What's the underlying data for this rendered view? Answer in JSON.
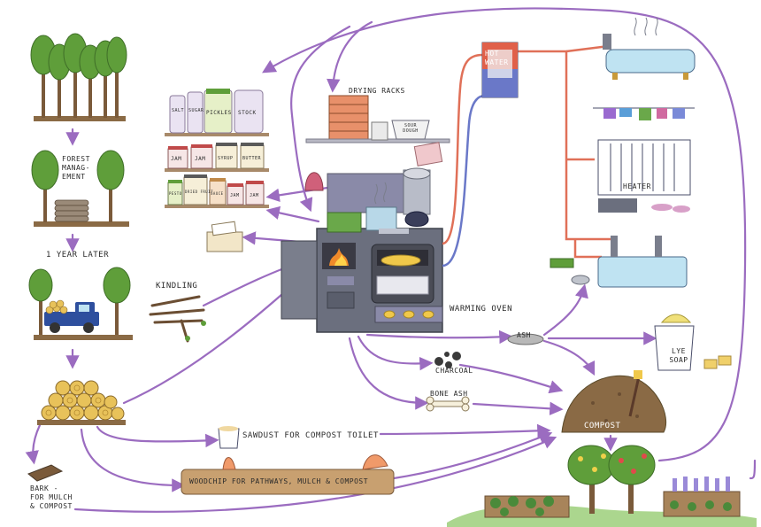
{
  "labels": {
    "forest_management": "FOREST MANAG- EMENT",
    "one_year_later": "1 YEAR LATER",
    "kindling": "KINDLING",
    "drying_racks": "DRYING RACKS",
    "hot_water": "HOT WATER",
    "heater": "HEATER",
    "warming_oven": "WARMING OVEN",
    "ash": "ASH",
    "charcoal": "CHARCOAL",
    "bone_ash": "BONE ASH",
    "lye_soap": "LYE SOAP",
    "compost": "COMPOST",
    "sawdust": "SAWDUST FOR COMPOST TOILET",
    "woodchip": "WOODCHIP FOR PATHWAYS, MULCH & COMPOST",
    "bark": "BARK - FOR MULCH & COMPOST"
  },
  "jar_labels": {
    "shelf1": [
      "SALT",
      "SUGAR",
      "PICKLES",
      "STOCK"
    ],
    "shelf2": [
      "JAM",
      "JAM",
      "SYRUP",
      "BUTTER"
    ],
    "shelf3": [
      "PESTO",
      "DRIED FRUIT",
      "SAUCE",
      "JAM",
      "JAM"
    ],
    "sour_dough": "SOUR DOUGH"
  },
  "colors": {
    "arrow": "#9b6cc0",
    "hot_pipe": "#e07058",
    "cold_pipe": "#6a78c8",
    "stove": "#6b6f7e",
    "tree": "#5f9e3a",
    "trunk": "#7a5a3a",
    "wood": "#e8c25a",
    "soil": "#8a6a45",
    "water": "#bfe3f2"
  }
}
